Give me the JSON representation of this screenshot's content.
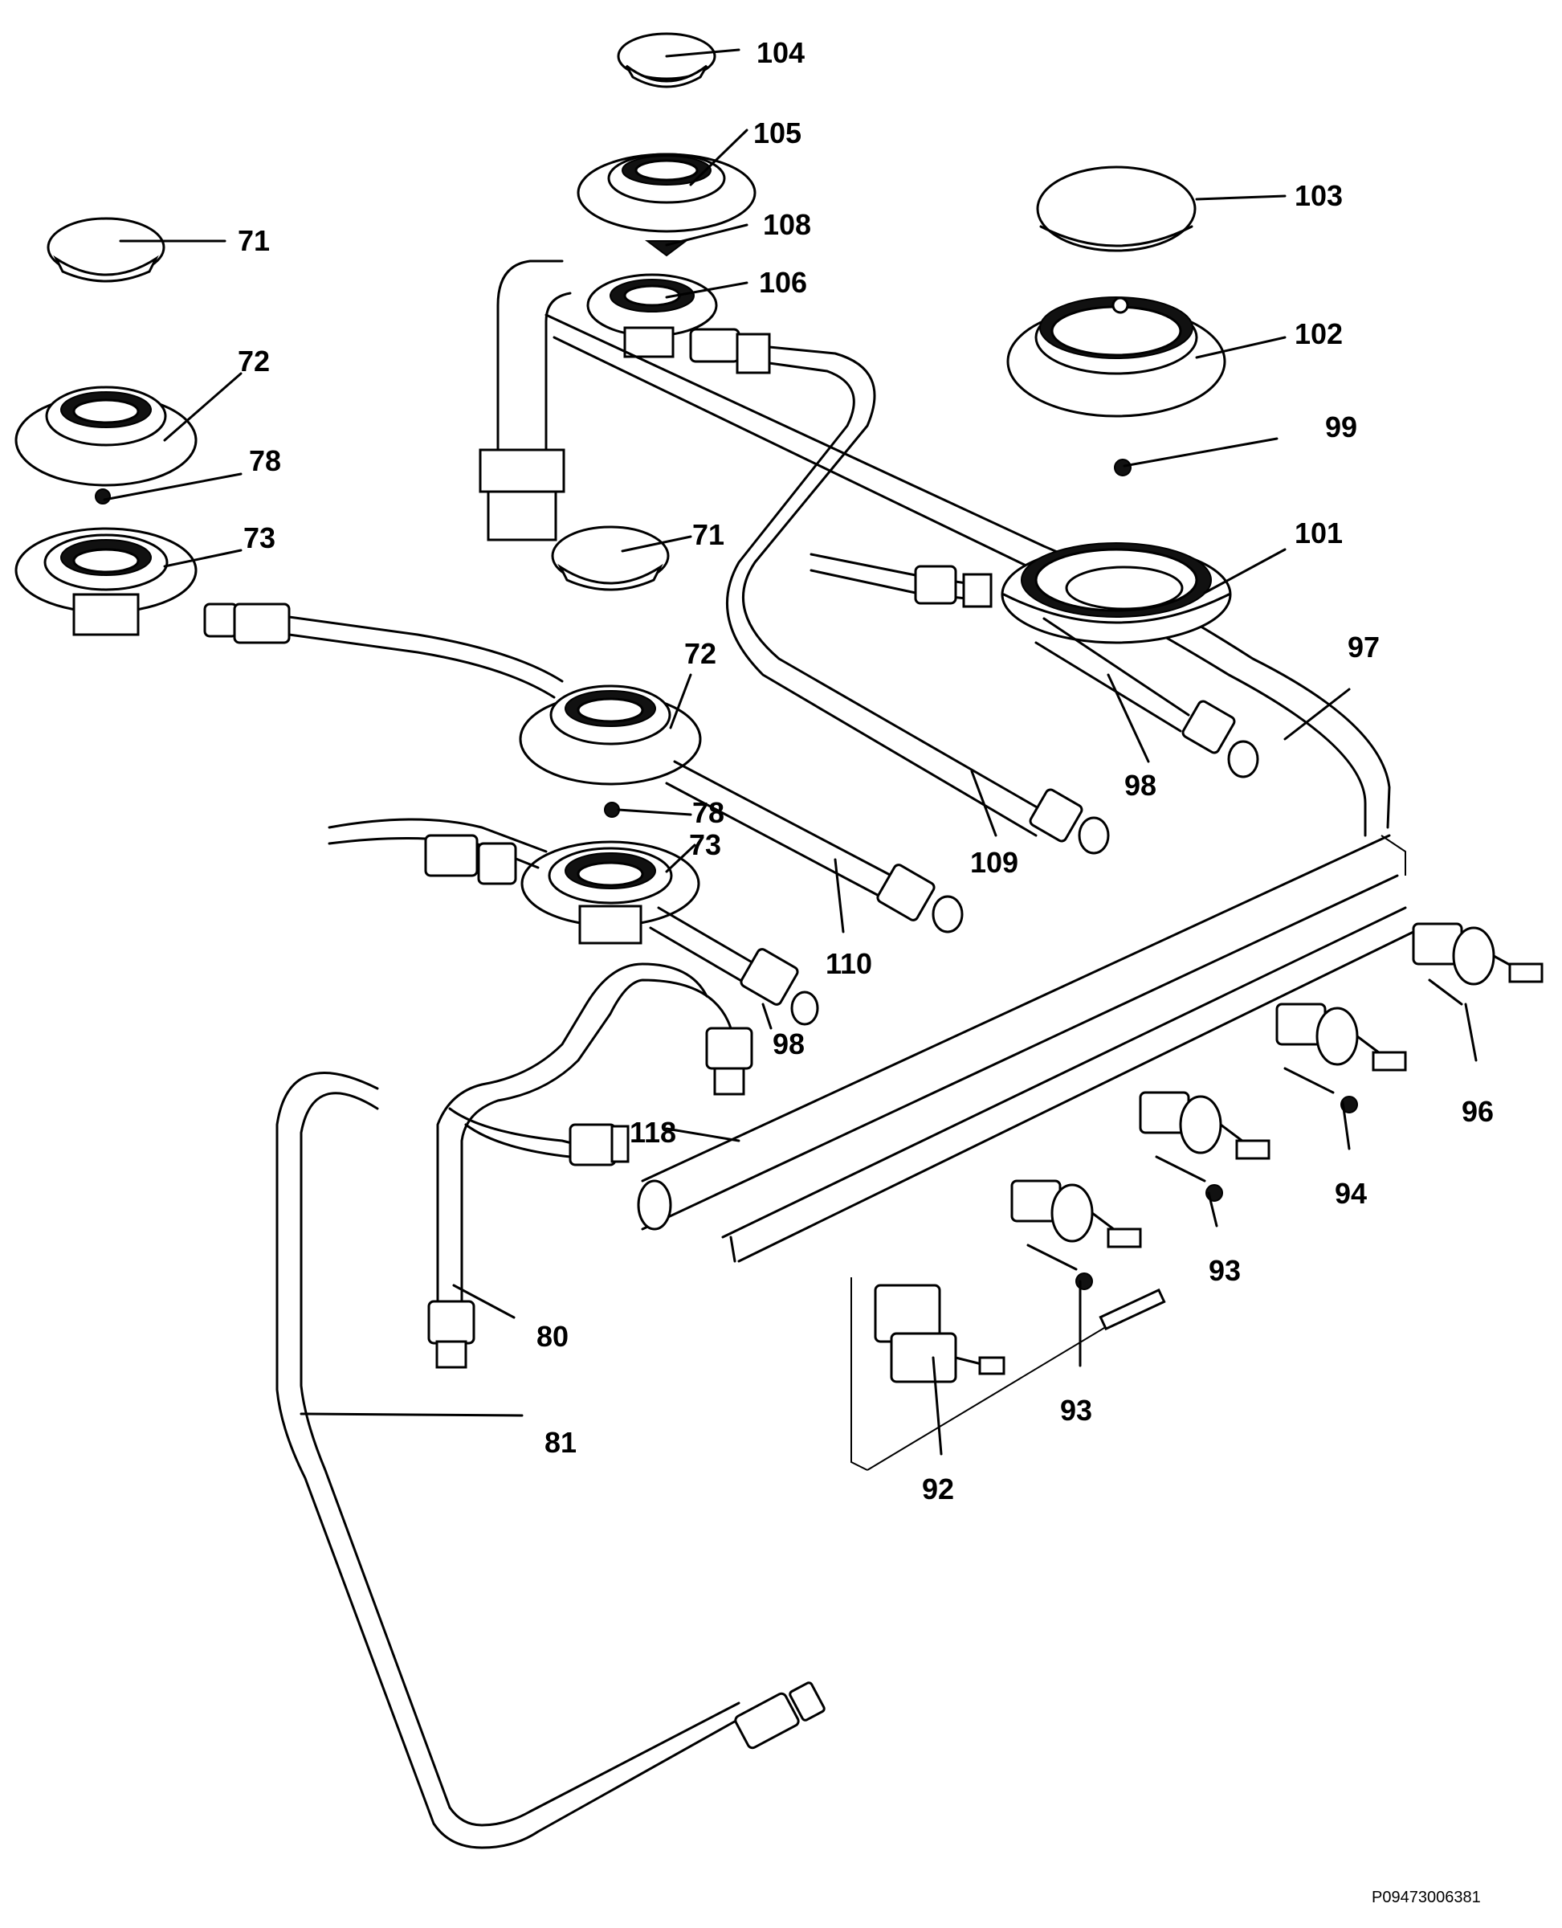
{
  "labels": {
    "l104": "104",
    "l105": "105",
    "l108": "108",
    "l106": "106",
    "l103": "103",
    "l71a": "71",
    "l72a": "72",
    "l78a": "78",
    "l73a": "73",
    "l102": "102",
    "l99": "99",
    "l71b": "71",
    "l101": "101",
    "l97": "97",
    "l72b": "72",
    "l98a": "98",
    "l78b": "78",
    "l73b": "73",
    "l109": "109",
    "l110": "110",
    "l98b": "98",
    "l96": "96",
    "l94": "94",
    "l118": "118",
    "l93a": "93",
    "l80": "80",
    "l93b": "93",
    "l81": "81",
    "l92": "92"
  },
  "drawing_code": "P09473006381"
}
